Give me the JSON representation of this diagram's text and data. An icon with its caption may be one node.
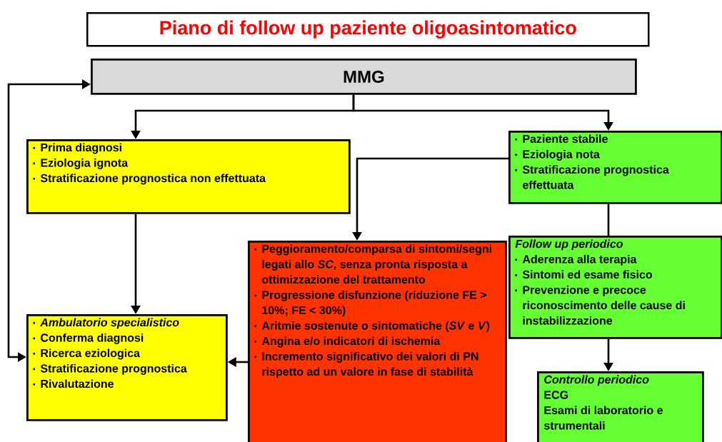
{
  "diagram": {
    "title": "Piano di follow up paziente oligoasintomatico",
    "nodes": [
      {
        "text": [
          "MMG"
        ]
      },
      {
        "text": [
          "Prima diagnosi",
          "Eziologia ignota",
          "Stratificazione prognostica  non effettuata"
        ]
      },
      {
        "text": [
          "Paziente stabile",
          "Eziologia nota",
          "Stratificazione prognostica effettuata"
        ]
      },
      {
        "text": [
          "Peggioramento/comparsa di sintomi/segni legati allo *SC*, senza pronta risposta a ottimizzazione del trattamento",
          "Progressione disfunzione (riduzione FE > 10%; FE < 30%)",
          "Aritmie sostenute o sintomatiche (*SV* e *V*)",
          "Angina e/o indicatori di ischemia",
          "Incremento significativo dei valori di PN rispetto ad un valore in fase di stabilità"
        ]
      },
      {
        "text": [
          "Ambulatorio specialistico",
          "Conferma diagnosi",
          "Ricerca eziologica",
          "Stratificazione prognostica",
          "Rivalutazione"
        ]
      },
      {
        "text": [
          "Follow up periodico",
          "Aderenza alla terapia",
          "Sintomi ed esame fisico",
          "Prevenzione e precoce riconoscimento delle cause di instabilizzazione"
        ]
      },
      {
        "text": [
          "Controllo periodico",
          "ECG",
          "Esami di laboratorio e strumentali"
        ]
      }
    ],
    "edges": [
      {
        "from": 0,
        "to": 1,
        "arrow": "to"
      },
      {
        "from": 0,
        "to": 2,
        "arrow": "to"
      },
      {
        "from": 1,
        "to": 4,
        "arrow": "to"
      },
      {
        "from": 2,
        "to": 5,
        "arrow": "none"
      },
      {
        "from": 5,
        "to": 6,
        "arrow": "to"
      },
      {
        "from": 2,
        "to": 3,
        "arrow": "to"
      },
      {
        "from": 3,
        "to": 4,
        "arrow": "to"
      },
      {
        "from": 4,
        "to": 0,
        "arrow": "both"
      }
    ]
  }
}
